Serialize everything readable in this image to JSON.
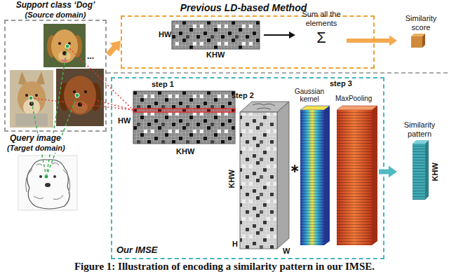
{
  "diagram": {
    "caption": "Figure 1: Illustration of encoding a similarity pattern in our IMSE.",
    "nodes": [
      {
        "text": [
          "Support class ‘Dog’",
          "(Source domain)"
        ]
      },
      {
        "text": [
          "Previous LD-based Method"
        ]
      },
      {
        "text": [
          "Sum all the elements",
          "Σ"
        ],
        "in": 1
      },
      {
        "text": [
          "Similarity score"
        ]
      },
      {
        "text": [
          "Query image",
          "(Target domain)"
        ]
      },
      {
        "text": [
          "Our IMSE"
        ]
      },
      {
        "text": [
          "step 3"
        ],
        "in": 5
      },
      {
        "text": [
          "Similarity pattern"
        ]
      }
    ],
    "edges": [
      {
        "from": 0,
        "to": 1,
        "arrow": "to"
      },
      {
        "from": 2,
        "to": 3,
        "arrow": "to"
      },
      {
        "from": 6,
        "to": 7,
        "arrow": "to"
      }
    ],
    "labels": [
      "...",
      "HW",
      "KHW",
      "step 1",
      "HW",
      "KHW",
      "step 2",
      "KHW",
      "H",
      "W",
      "∗",
      "Gaussian kernel",
      "MaxPooling",
      "KHW"
    ]
  }
}
